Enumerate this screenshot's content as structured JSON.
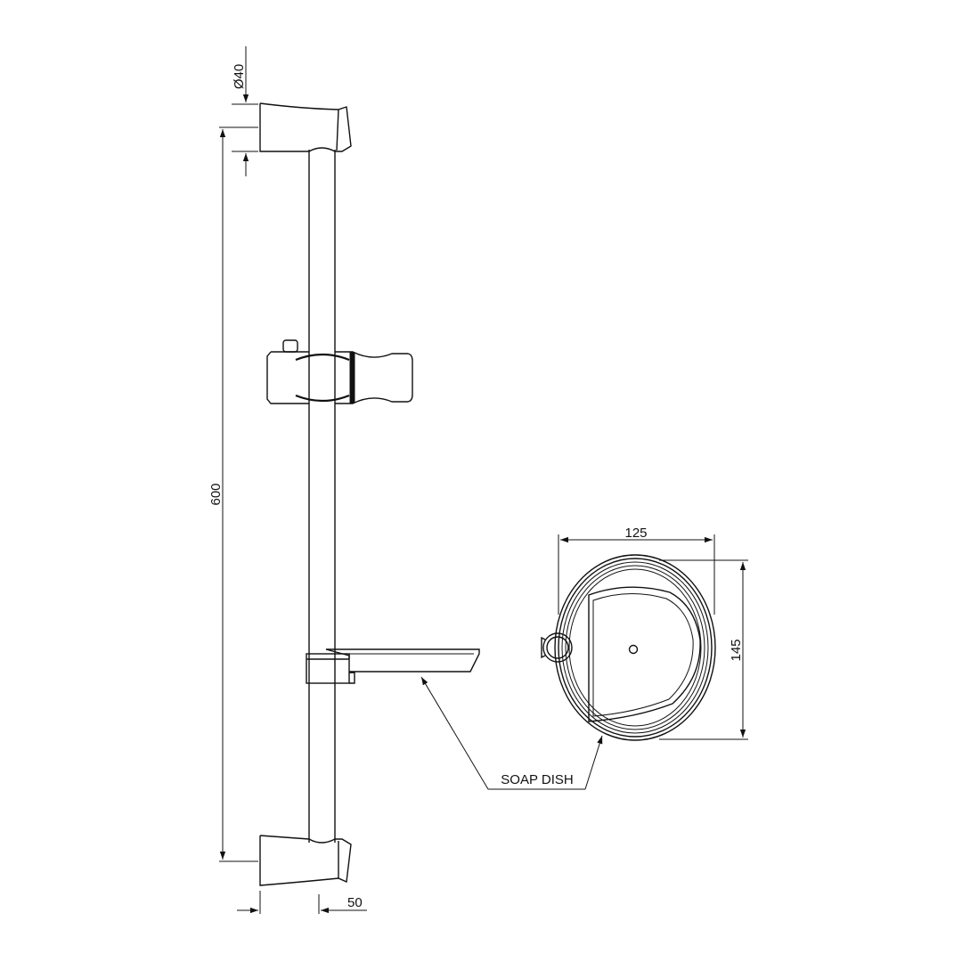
{
  "dimensions": {
    "diameter": "Ø40",
    "height": "600",
    "depth": "50",
    "dish_width": "125",
    "dish_height": "145"
  },
  "labels": {
    "soap_dish": "SOAP DISH"
  },
  "colors": {
    "line": "#111111",
    "background": "#ffffff"
  }
}
